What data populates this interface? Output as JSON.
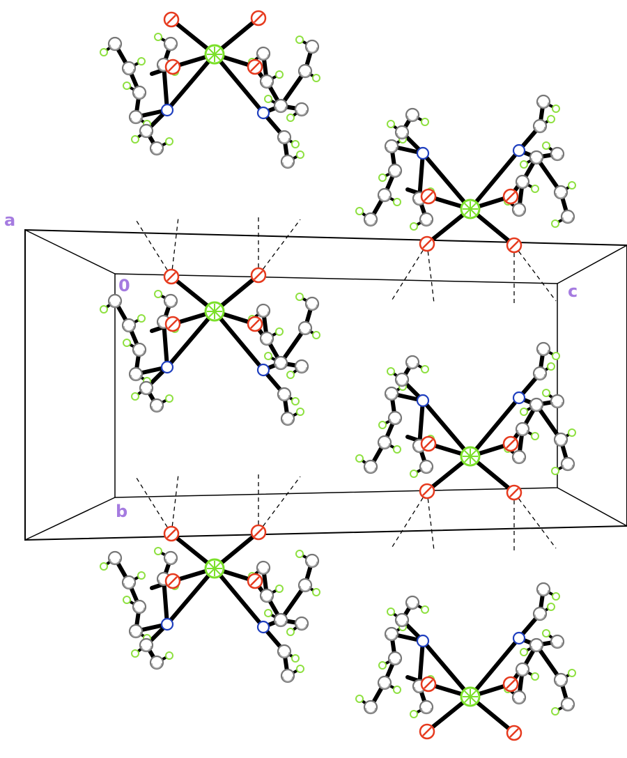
{
  "axes": {
    "a_label": "a",
    "origin_label": "0",
    "b_label": "b",
    "c_label": "c"
  },
  "colors": {
    "background": "#ffffff",
    "label": "#a57be0",
    "bond": "#000000",
    "cell_edge": "#000000",
    "hbond": "#000000",
    "carbon_fill": "#ffffff",
    "carbon_stroke": "#777777",
    "nitrogen": "#1f3fbf",
    "oxygen": "#e63a1e",
    "copper": "#7be02a",
    "hydrogen": "#8ee040"
  },
  "atom_types": [
    "carbon",
    "nitrogen",
    "oxygen",
    "copper",
    "hydrogen"
  ]
}
